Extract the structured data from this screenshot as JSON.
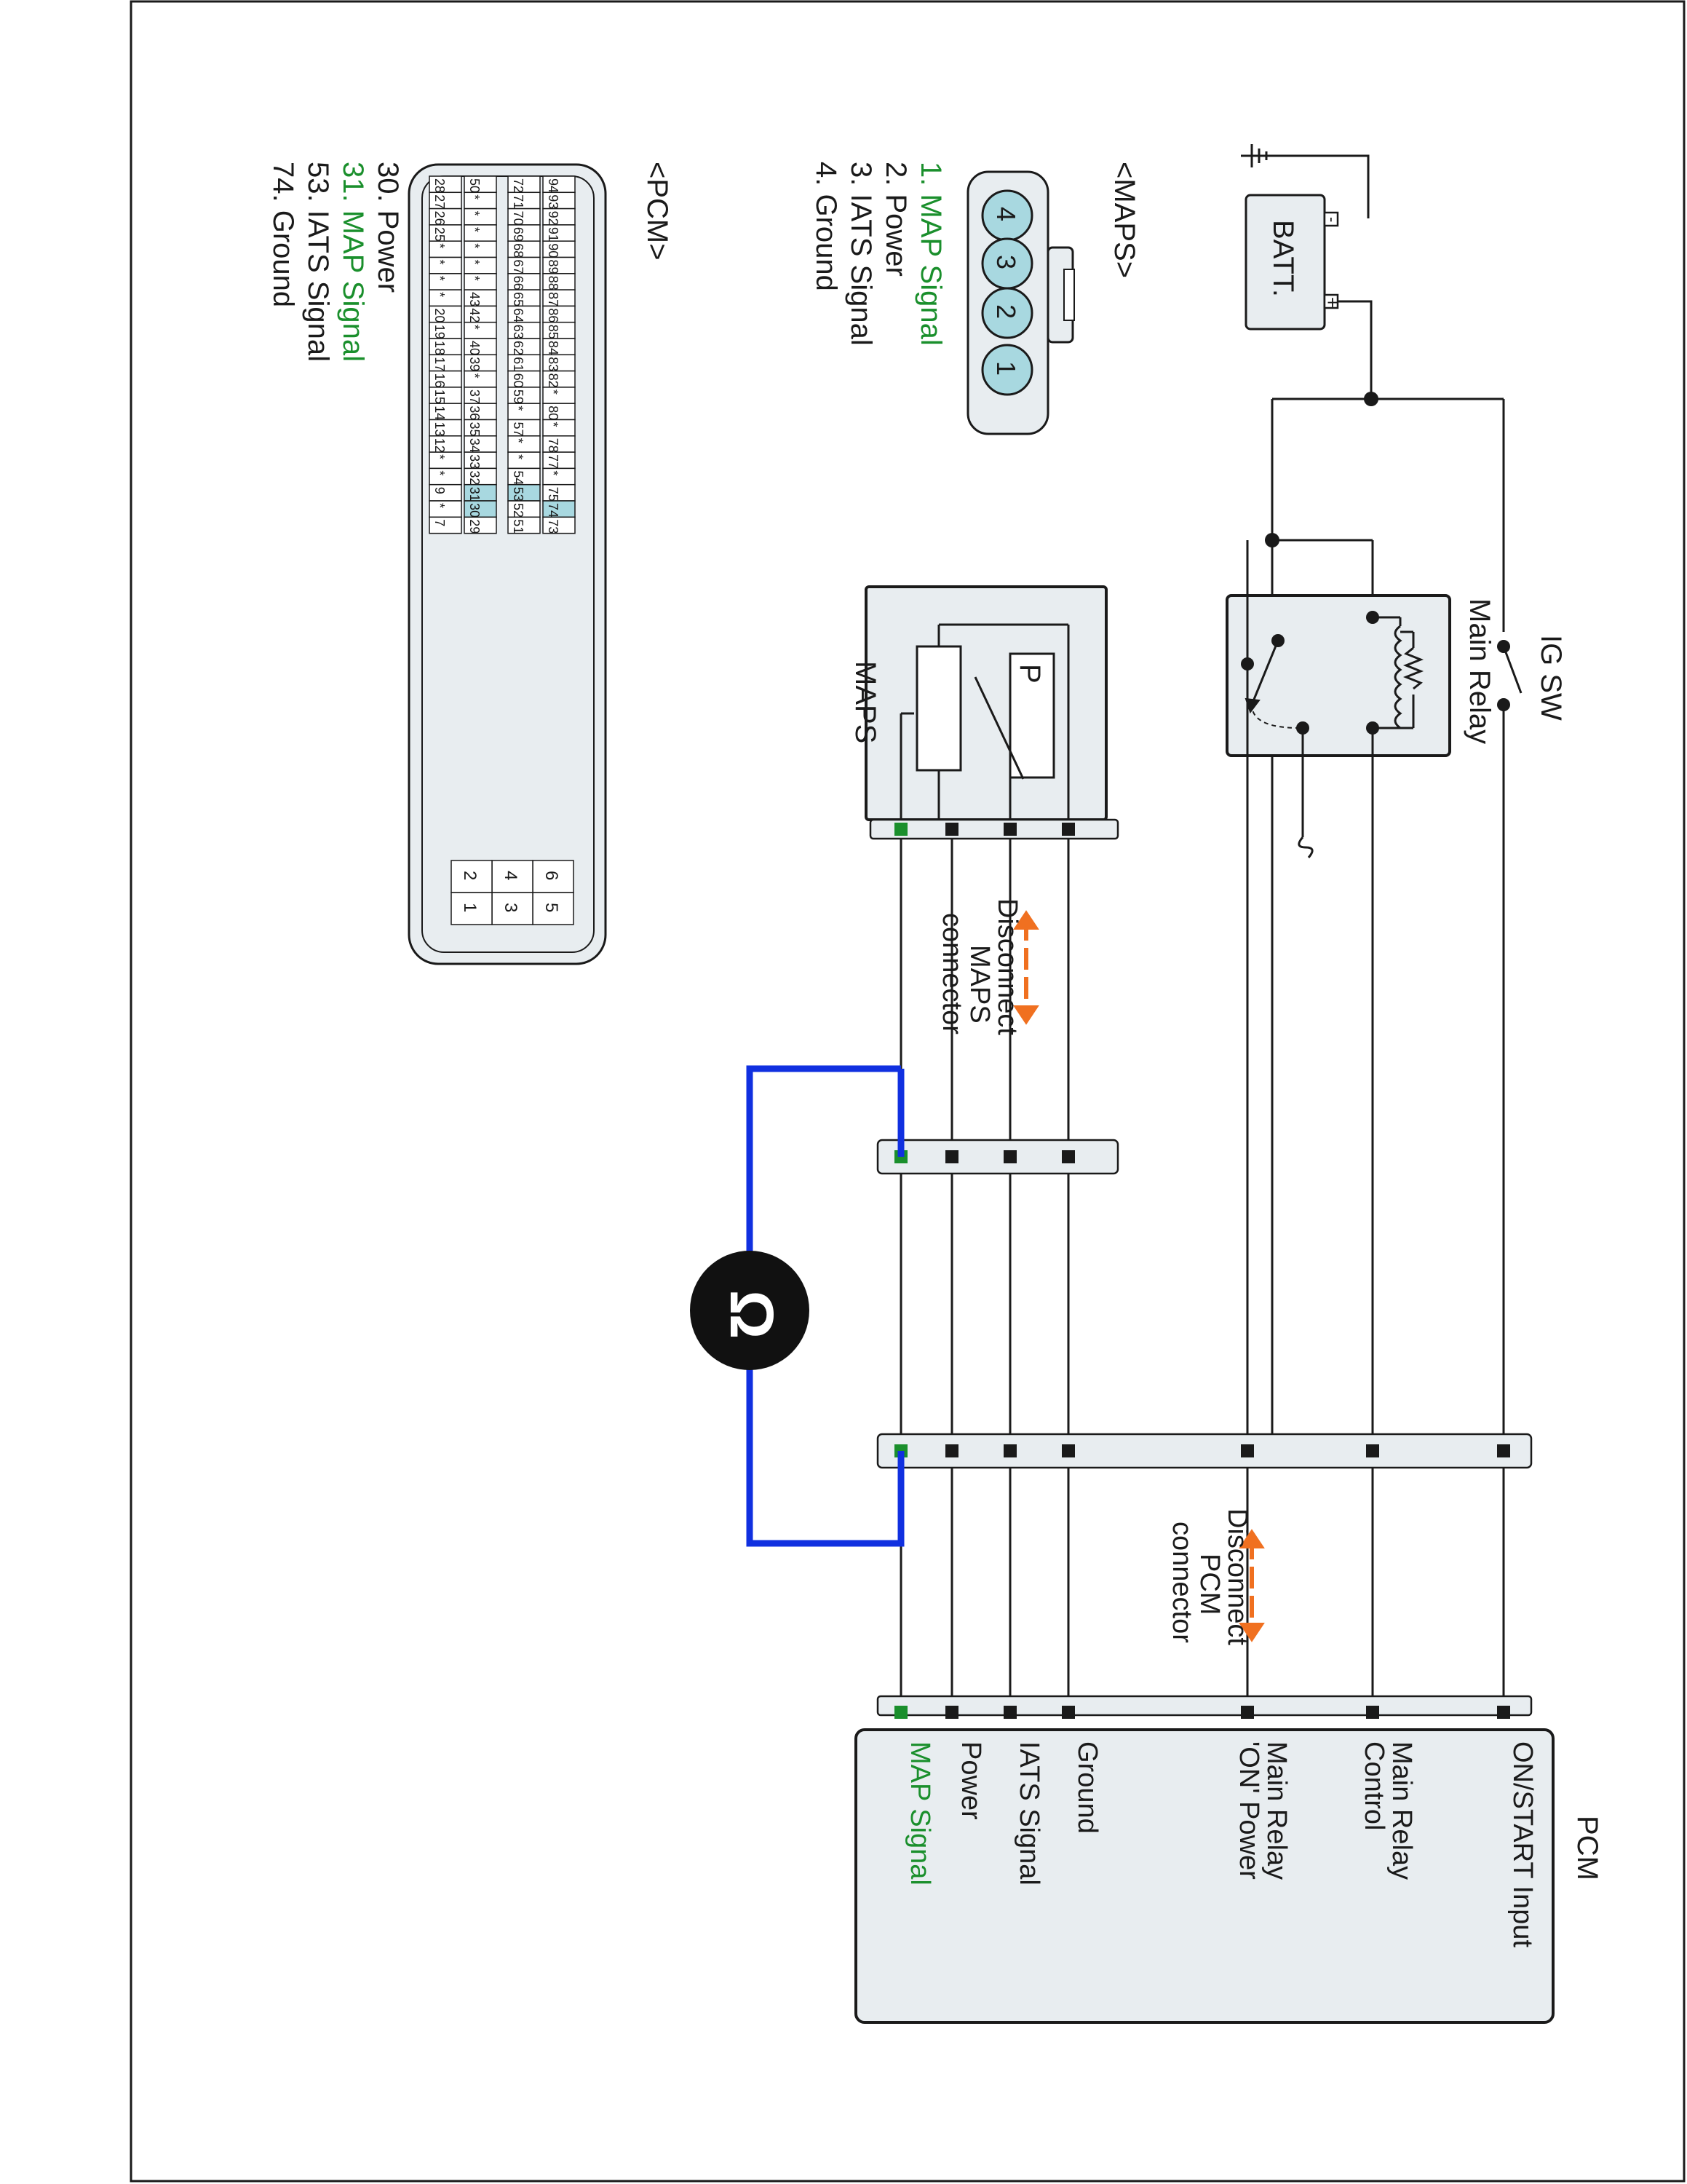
{
  "colors": {
    "wire": "#1a1a1a",
    "highlight_green": "#1a8f2c",
    "meter_loop_blue": "#1030e0",
    "arrow_orange": "#f07020",
    "pin_highlight_blue": "#a8d8e0",
    "connector_fill": "#e8edf0",
    "component_fill": "#e8edf0"
  },
  "labels": {
    "ig_sw": "IG SW",
    "main_relay": "Main Relay",
    "batt": "BATT.",
    "minus": "-",
    "plus": "+",
    "maps_component": "MAPS",
    "maps_p": "P",
    "meter_symbol": "Ω",
    "pcm_component": "PCM",
    "disconnect_maps": [
      "Disconnect",
      "MAPS",
      "connector"
    ],
    "disconnect_pcm": [
      "Disconnect",
      "PCM",
      "connector"
    ]
  },
  "pcm_pins": [
    {
      "label": "ON/START Input",
      "highlight": false
    },
    {
      "label": "Main Relay Control",
      "highlight": false
    },
    {
      "label": "Main Relay 'ON' Power",
      "highlight": false
    },
    {
      "label": "Ground",
      "highlight": false
    },
    {
      "label": "IATS Signal",
      "highlight": false
    },
    {
      "label": "Power",
      "highlight": false
    },
    {
      "label": "MAP Signal",
      "highlight": true
    }
  ],
  "maps_connector": {
    "title": "<MAPS>",
    "pin_numbers": [
      "4",
      "3",
      "2",
      "1"
    ],
    "legend": [
      {
        "text": "1. MAP Signal",
        "highlight": true
      },
      {
        "text": "2. Power",
        "highlight": false
      },
      {
        "text": "3. IATS Signal",
        "highlight": false
      },
      {
        "text": "4. Ground",
        "highlight": false
      }
    ]
  },
  "pcm_connector": {
    "title": "<PCM>",
    "rows": [
      [
        "94",
        "93",
        "92",
        "91",
        "90",
        "89",
        "88",
        "87",
        "86",
        "85",
        "84",
        "83",
        "82",
        "*",
        "80",
        "*",
        "78",
        "77",
        "*",
        "75",
        "74",
        "73"
      ],
      [
        "72",
        "71",
        "70",
        "69",
        "68",
        "67",
        "66",
        "65",
        "64",
        "63",
        "62",
        "61",
        "60",
        "59",
        "*",
        "57",
        "*",
        "*",
        "54",
        "53",
        "52",
        "51"
      ],
      [
        "50",
        "*",
        "*",
        "*",
        "*",
        "*",
        "*",
        "43",
        "42",
        "*",
        "40",
        "39",
        "*",
        "37",
        "36",
        "35",
        "34",
        "33",
        "32",
        "31",
        "30",
        "29"
      ],
      [
        "28",
        "27",
        "26",
        "25",
        "*",
        "*",
        "*",
        "*",
        "20",
        "19",
        "18",
        "17",
        "16",
        "15",
        "14",
        "13",
        "12",
        "*",
        "*",
        "9",
        "*",
        "7"
      ]
    ],
    "highlight_pins": [
      "74",
      "53",
      "31",
      "30"
    ],
    "small_block": [
      [
        "6",
        "5"
      ],
      [
        "4",
        "3"
      ],
      [
        "2",
        "1"
      ]
    ],
    "legend": [
      {
        "text": "30. Power",
        "highlight": false
      },
      {
        "text": "31. MAP Signal",
        "highlight": true
      },
      {
        "text": "53. IATS Signal",
        "highlight": false
      },
      {
        "text": "74. Ground",
        "highlight": false
      }
    ]
  }
}
